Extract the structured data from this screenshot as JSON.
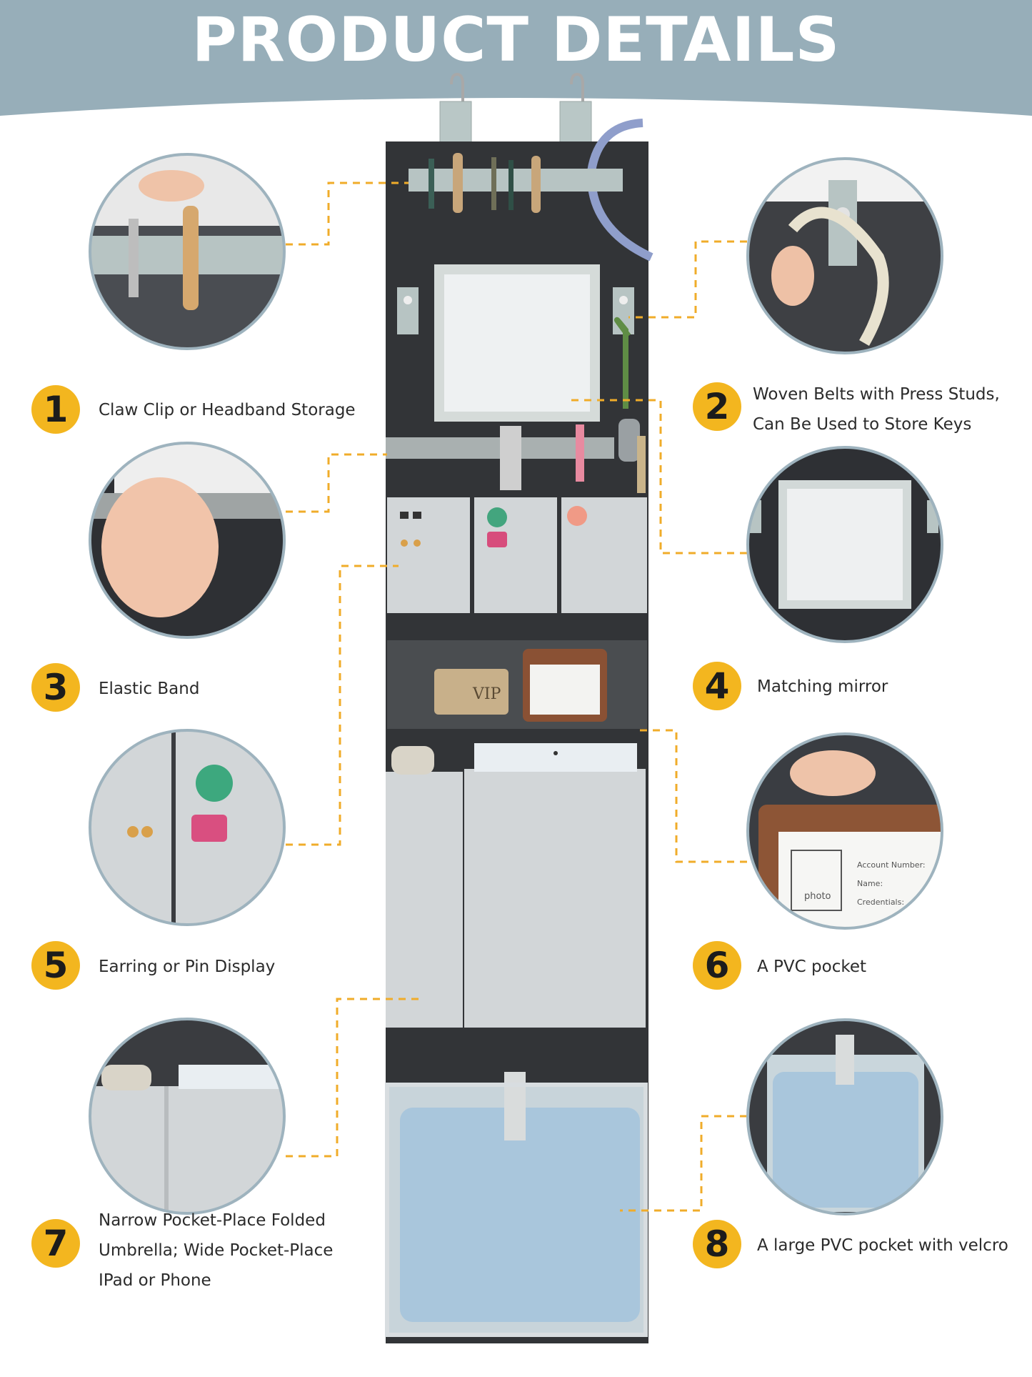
{
  "banner": {
    "title": "PRODUCT DETAILS",
    "color": "#97aeb9"
  },
  "colors": {
    "accent": "#f3b61f",
    "felt_dark": "#323437",
    "felt_light": "#d2d6d8",
    "strap": "#b7c4c3",
    "pvc_blue": "#a9c6dc"
  },
  "cards": {
    "vip": "VIP",
    "photo": "photo",
    "account": "Account Number:",
    "name": "Name:",
    "credentials": "Credentials:"
  },
  "features": [
    {
      "number": "1",
      "text": "Claw Clip or Headband Storage"
    },
    {
      "number": "2",
      "text": "Woven Belts with Press Studs,\nCan Be Used to Store Keys"
    },
    {
      "number": "3",
      "text": "Elastic Band"
    },
    {
      "number": "4",
      "text": "Matching mirror"
    },
    {
      "number": "5",
      "text": "Earring or Pin Display"
    },
    {
      "number": "6",
      "text": "A PVC pocket"
    },
    {
      "number": "7",
      "text": "Narrow Pocket-Place Folded\nUmbrella; Wide Pocket-Place\nIPad or Phone"
    },
    {
      "number": "8",
      "text": "A large PVC pocket with velcro"
    }
  ]
}
